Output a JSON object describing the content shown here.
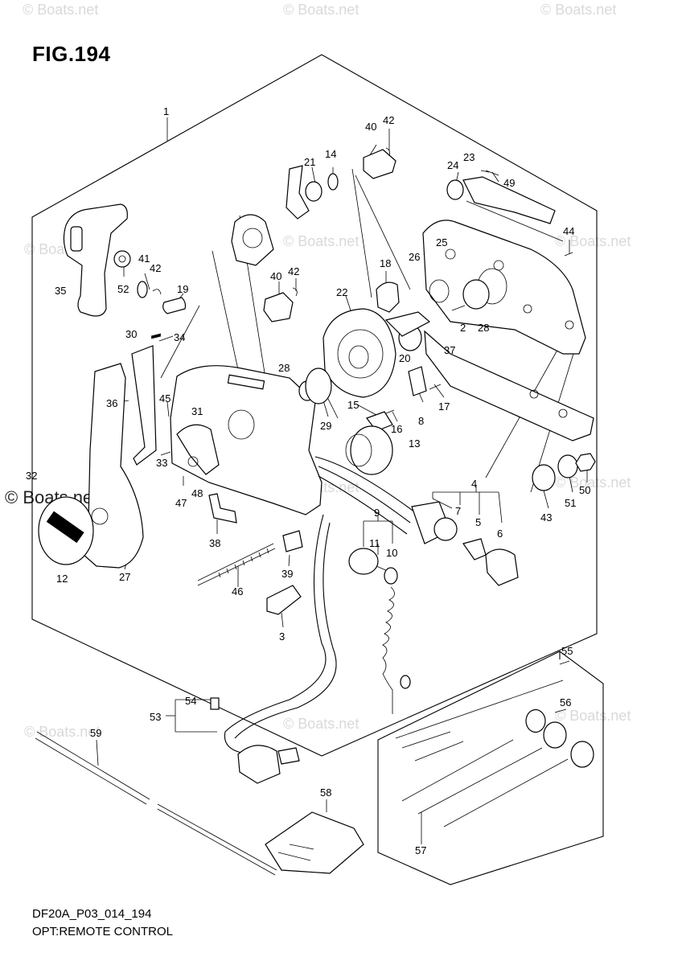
{
  "header": {
    "figure_title": "FIG.194"
  },
  "footer": {
    "code": "DF20A_P03_014_194",
    "caption": "OPT:REMOTE CONTROL"
  },
  "watermarks": {
    "text": "© Boats.net",
    "prominent": "© Boats.net"
  },
  "callouts": [
    "1",
    "2",
    "3",
    "4",
    "5",
    "6",
    "7",
    "8",
    "9",
    "10",
    "11",
    "12",
    "13",
    "14",
    "15",
    "16",
    "17",
    "18",
    "19",
    "20",
    "21",
    "22",
    "23",
    "24",
    "25",
    "26",
    "27",
    "28",
    "28",
    "29",
    "30",
    "31",
    "32",
    "33",
    "34",
    "35",
    "36",
    "37",
    "38",
    "39",
    "40",
    "40",
    "41",
    "42",
    "42",
    "42",
    "43",
    "44",
    "45",
    "46",
    "47",
    "48",
    "49",
    "50",
    "51",
    "52",
    "53",
    "54",
    "55",
    "56",
    "57",
    "58",
    "59"
  ]
}
